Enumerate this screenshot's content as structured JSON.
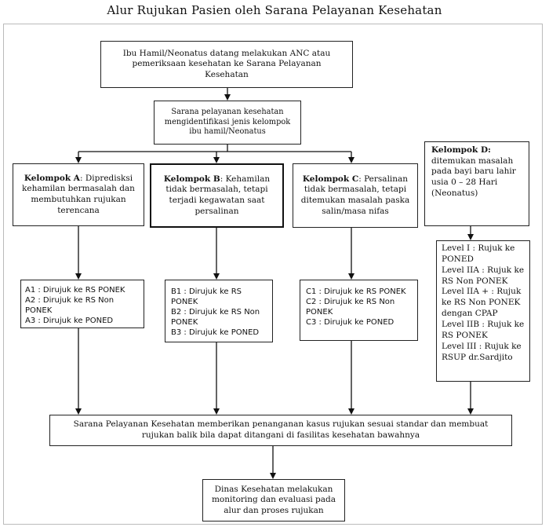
{
  "title": "Alur Rujukan Pasien oleh Sarana Pelayanan Kesehatan",
  "box1": "Ibu Hamil/Neonatus datang melakukan ANC atau pemeriksaan kesehatan ke Sarana Pelayanan Kesehatan",
  "box2": "Sarana pelayanan kesehatan mengidentifikasi jenis kelompok ibu hamil/Neonatus",
  "groupA": {
    "label": "Kelompok A",
    "text": ": Dipredisksi kehamilan bermasalah dan membutuhkan rujukan terencana"
  },
  "groupB": {
    "label": "Kelompok B",
    "text": ": Kehamilan tidak bermasalah, tetapi terjadi kegawatan saat persalinan"
  },
  "groupC": {
    "label": "Kelompok C",
    "text": ": Persalinan tidak bermasalah, tetapi ditemukan masalah paska salin/masa nifas"
  },
  "groupD": {
    "label": "Kelompok D:",
    "text": "ditemukan masalah pada bayi baru lahir usia 0 – 28 Hari (Neonatus)"
  },
  "refA": [
    "A1 : Dirujuk ke RS PONEK",
    "A2 : Dirujuk ke RS Non PONEK",
    "A3 : Dirujuk ke PONED"
  ],
  "refB": [
    "B1 : Dirujuk ke RS PONEK",
    "B2 : Dirujuk ke RS Non PONEK",
    "B3 : Dirujuk ke PONED"
  ],
  "refC": [
    "C1 : Dirujuk ke RS PONEK",
    "C2 : Dirujuk ke RS Non PONEK",
    "C3 : Dirujuk ke PONED"
  ],
  "refD": [
    "Level I : Rujuk ke PONED",
    "Level IIA : Rujuk ke RS Non PONEK",
    "Level IIA + : Rujuk ke RS Non PONEK dengan CPAP",
    "Level IIB : Rujuk ke RS PONEK",
    "Level III : Rujuk ke RSUP dr.Sardjito"
  ],
  "box_bottom1": "Sarana Pelayanan Kesehatan memberikan penanganan kasus rujukan sesuai standar dan membuat rujukan balik bila dapat ditangani di fasilitas kesehatan bawahnya",
  "box_bottom2": "Dinas Kesehatan melakukan monitoring dan evaluasi pada alur dan proses rujukan"
}
